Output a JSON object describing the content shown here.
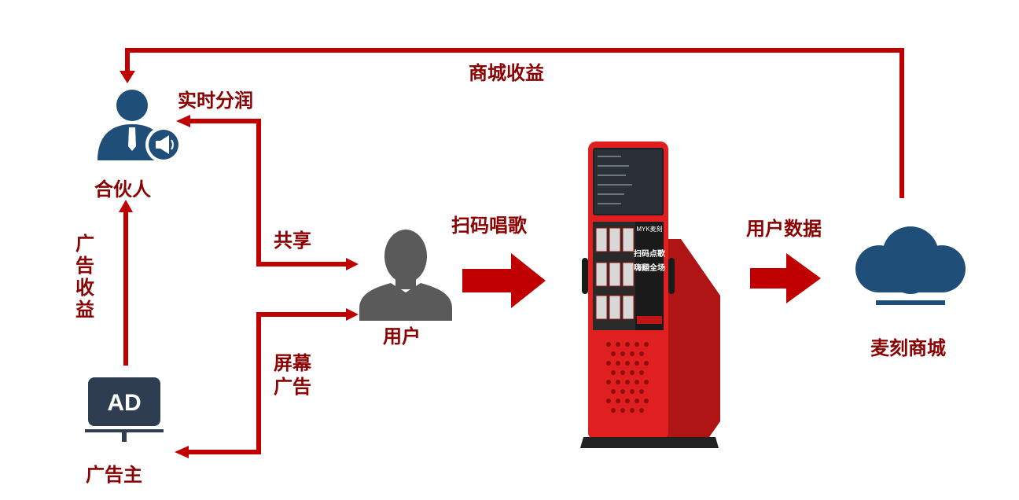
{
  "colors": {
    "accent": "#c00000",
    "label_text": "#8b0000",
    "icon_blue": "#1f4e79",
    "user_gray": "#5a5a5a",
    "ad_dark": "#2e3d4f",
    "kiosk_red": "#e02020"
  },
  "nodes": {
    "partner": {
      "label": "合伙人",
      "icon": "person-megaphone-icon"
    },
    "user": {
      "label": "用户",
      "icon": "user-silhouette-icon"
    },
    "advertiser": {
      "label": "广告主",
      "icon": "ad-billboard-icon",
      "badge": "AD"
    },
    "cloud": {
      "label": "麦刻商城",
      "icon": "cloud-icon"
    },
    "kiosk": {
      "icon": "karaoke-kiosk",
      "logo": "MYK麦刻",
      "slogan_lines": [
        "扫码点歌",
        "嗨翻全场"
      ]
    }
  },
  "edges": {
    "mall_income": "商城收益",
    "realtime_share": "实时分润",
    "share": "共享",
    "ad_income_chars": [
      "广",
      "告",
      "收",
      "益"
    ],
    "screen_ad_lines": [
      "屏幕",
      "广告"
    ],
    "scan_sing": "扫码唱歌",
    "user_data": "用户数据"
  }
}
